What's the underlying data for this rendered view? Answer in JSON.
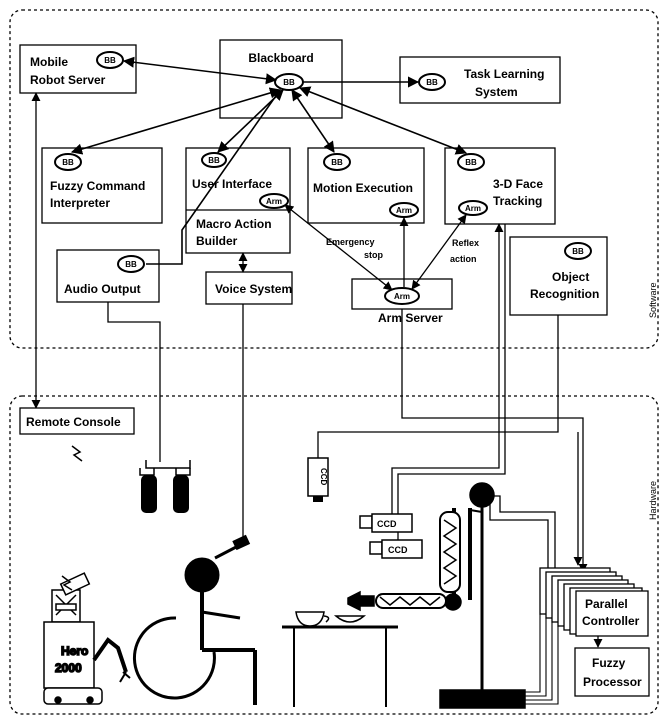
{
  "regions": {
    "software": "Software",
    "hardware": "Hardware"
  },
  "badges": {
    "bb": "BB",
    "arm": "Arm",
    "ccd": "CCD"
  },
  "modules": {
    "blackboard": "Blackboard",
    "mobile_robot_server": [
      "Mobile",
      "Robot Server"
    ],
    "task_learning_system": [
      "Task Learning",
      "System"
    ],
    "fuzzy_command_interpreter": [
      "Fuzzy Command",
      "Interpreter"
    ],
    "user_interface": "User Interface",
    "macro_action_builder": [
      "Macro Action",
      "Builder"
    ],
    "motion_execution": "Motion Execution",
    "face_tracking": [
      "3-D Face",
      "Tracking"
    ],
    "audio_output": "Audio Output",
    "voice_system": "Voice System",
    "arm_server": "Arm Server",
    "object_recognition": [
      "Object",
      "Recognition"
    ]
  },
  "connections": {
    "emergency_stop": [
      "Emergency",
      "stop"
    ],
    "reflex_action": [
      "Reflex",
      "action"
    ]
  },
  "hardware": {
    "remote_console": "Remote Console",
    "hero_2000": [
      "Hero",
      "2000"
    ],
    "parallel_controller": [
      "Parallel",
      "Controller"
    ],
    "fuzzy_processor": [
      "Fuzzy",
      "Processor"
    ]
  }
}
